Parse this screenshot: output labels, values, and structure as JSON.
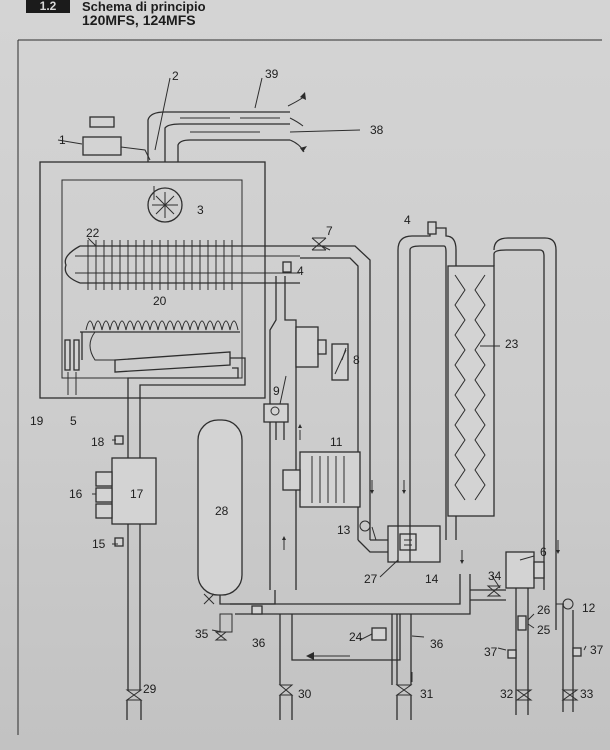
{
  "header": {
    "section_number": "1.2",
    "title": "Schema di principio",
    "models": "120MFS, 124MFS"
  },
  "callouts": {
    "n1": "1",
    "n2": "2",
    "n3": "3",
    "n4a": "4",
    "n4b": "4",
    "n5": "5",
    "n6": "6",
    "n7": "7",
    "n8": "8",
    "n9": "9",
    "n11": "11",
    "n12": "12",
    "n13": "13",
    "n14": "14",
    "n15": "15",
    "n16": "16",
    "n17": "17",
    "n18": "18",
    "n19": "19",
    "n20": "20",
    "n22": "22",
    "n23": "23",
    "n24": "24",
    "n25": "25",
    "n26": "26",
    "n27": "27",
    "n28": "28",
    "n29": "29",
    "n30": "30",
    "n31": "31",
    "n32": "32",
    "n33": "33",
    "n34": "34",
    "n35": "35",
    "n36a": "36",
    "n36b": "36",
    "n37a": "37",
    "n37b": "37",
    "n38": "38",
    "n39": "39"
  },
  "colors": {
    "line": "#2e2e2e",
    "paper": "#d0d0d0",
    "header_block": "#1b1b1b"
  }
}
